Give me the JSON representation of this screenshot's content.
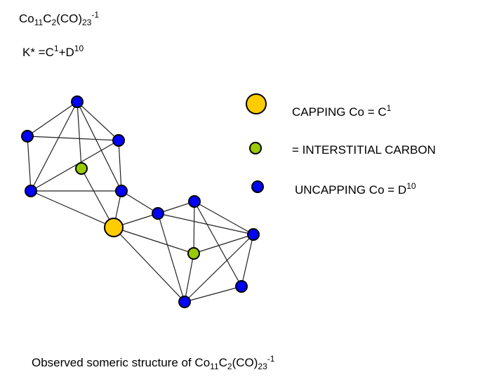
{
  "formula": {
    "base": "Co",
    "co_count": "11",
    "c": "C",
    "c_count": "2",
    "ligand": "(CO)",
    "ligand_count": "23",
    "charge": "-1"
  },
  "kstar": {
    "prefix": "K* =C",
    "c_exp": "1",
    "mid": "+D",
    "d_exp": "10"
  },
  "legend": [
    {
      "key": "capping",
      "color": "#FFCC00",
      "text": "CAPPING Co = C",
      "sup": "1"
    },
    {
      "key": "interstitial",
      "color": "#99CC00",
      "text": "=  INTERSTITIAL CARBON",
      "sup": ""
    },
    {
      "key": "uncapping",
      "color": "#0000FF",
      "text": "UNCAPPING Co  = D",
      "sup": "10"
    }
  ],
  "caption": {
    "prefix": "Observed someric structure of Co",
    "co_count": "11",
    "c": "C",
    "c_count": "2",
    "ligand": "(CO)",
    "ligand_count": "23",
    "charge": "-1"
  },
  "graph": {
    "nodes": [
      {
        "id": "top",
        "type": "uncapping"
      },
      {
        "id": "ul",
        "type": "uncapping"
      },
      {
        "id": "ur",
        "type": "uncapping"
      },
      {
        "id": "g1",
        "type": "interstitial"
      },
      {
        "id": "bl",
        "type": "uncapping"
      },
      {
        "id": "br",
        "type": "uncapping"
      },
      {
        "id": "cap",
        "type": "capping"
      },
      {
        "id": "a",
        "type": "uncapping"
      },
      {
        "id": "b",
        "type": "uncapping"
      },
      {
        "id": "c",
        "type": "uncapping"
      },
      {
        "id": "g2",
        "type": "interstitial"
      },
      {
        "id": "d",
        "type": "uncapping"
      },
      {
        "id": "e",
        "type": "uncapping"
      }
    ],
    "edges": [
      [
        "top",
        "ul"
      ],
      [
        "top",
        "ur"
      ],
      [
        "top",
        "g1"
      ],
      [
        "top",
        "bl"
      ],
      [
        "top",
        "br"
      ],
      [
        "ul",
        "ur"
      ],
      [
        "ul",
        "bl"
      ],
      [
        "ur",
        "br"
      ],
      [
        "ur",
        "bl"
      ],
      [
        "bl",
        "br"
      ],
      [
        "g1",
        "cap"
      ],
      [
        "bl",
        "cap"
      ],
      [
        "br",
        "cap"
      ],
      [
        "br",
        "a"
      ],
      [
        "cap",
        "a"
      ],
      [
        "cap",
        "g2"
      ],
      [
        "cap",
        "e"
      ],
      [
        "a",
        "b"
      ],
      [
        "a",
        "c"
      ],
      [
        "a",
        "e"
      ],
      [
        "b",
        "g2"
      ],
      [
        "b",
        "c"
      ],
      [
        "b",
        "d"
      ],
      [
        "g2",
        "c"
      ],
      [
        "g2",
        "e"
      ],
      [
        "c",
        "e"
      ],
      [
        "c",
        "d"
      ],
      [
        "d",
        "e"
      ]
    ]
  }
}
